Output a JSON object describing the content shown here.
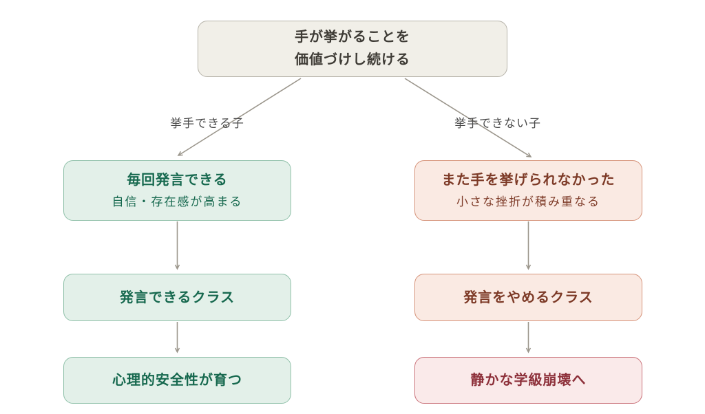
{
  "flow": {
    "root": {
      "line1": "手が挙がることを",
      "line2": "価値づけし続ける"
    },
    "branch_labels": {
      "left": "挙手できる子",
      "right": "挙手できない子"
    },
    "left_column": [
      {
        "title": "毎回発言できる",
        "subtitle": "自信・存在感が高まる"
      },
      {
        "title": "発言できるクラス"
      },
      {
        "title": "心理的安全性が育つ"
      }
    ],
    "right_column": [
      {
        "title": "また手を挙げられなかった",
        "subtitle": "小さな挫折が積み重なる"
      },
      {
        "title": "発言をやめるクラス"
      },
      {
        "title": "静かな学級崩壊へ"
      }
    ],
    "colors": {
      "background": "#ffffff",
      "root_bg": "#f1efe8",
      "root_border": "#b5b2a8",
      "root_text": "#3e3b35",
      "positive_bg": "#e3f0e9",
      "positive_border": "#8fc0a9",
      "positive_text": "#17694f",
      "negative_bg": "#faeae3",
      "negative_border": "#d6937a",
      "negative_text": "#7d3a27",
      "danger_bg": "#faeaea",
      "danger_border": "#ca727a",
      "danger_text": "#8d303a",
      "arrow": "#9b968c",
      "branch_label_text": "#4b4b4b"
    }
  }
}
